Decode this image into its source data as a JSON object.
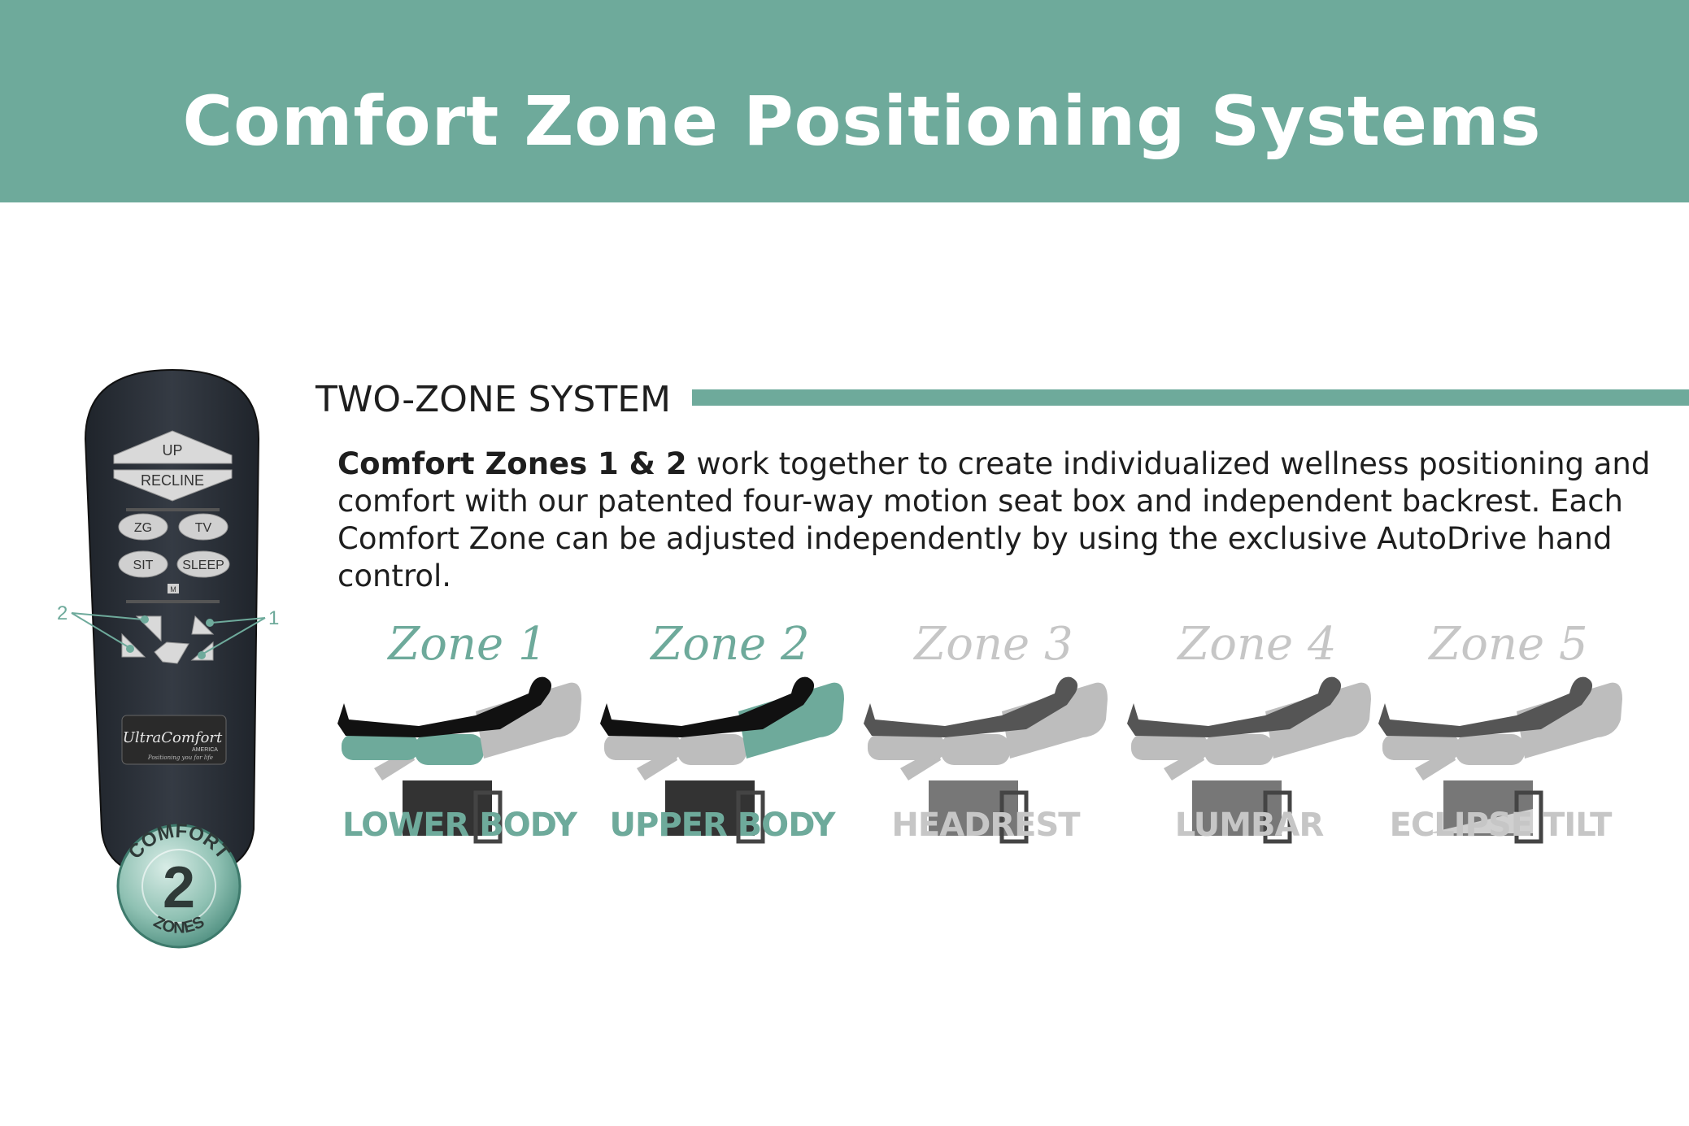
{
  "header": {
    "title": "Comfort Zone Positioning Systems"
  },
  "remote": {
    "buttons": {
      "up": "UP",
      "recline": "RECLINE",
      "zg": "ZG",
      "tv": "TV",
      "sit": "SIT",
      "sleep": "SLEEP",
      "m": "M"
    },
    "callouts": {
      "left": "2",
      "right": "1"
    },
    "brand": "UltraComfort",
    "brand_sub": "AMERICA",
    "brand_tagline": "Positioning you for life",
    "badge": {
      "top": "COMFORT",
      "number": "2",
      "bottom": "ZONES"
    }
  },
  "section": {
    "title": "TWO-ZONE SYSTEM",
    "desc_bold": "Comfort Zones 1 & 2",
    "desc_rest": " work together to create individualized wellness positioning and comfort with our patented four-way motion seat box and independent backrest. Each Comfort Zone can be adjusted independently by using the exclusive AutoDrive hand control."
  },
  "zones": [
    {
      "script": "Zone 1",
      "label": "LOWER BODY",
      "active": true
    },
    {
      "script": "Zone 2",
      "label": "UPPER BODY",
      "active": true
    },
    {
      "script": "Zone 3",
      "label": "HEADREST",
      "active": false
    },
    {
      "script": "Zone 4",
      "label": "LUMBAR",
      "active": false
    },
    {
      "script": "Zone 5",
      "label": "ECLIPSE TILT",
      "active": false
    }
  ],
  "colors": {
    "accent": "#6eaa9b",
    "inactive": "#c6c6c6",
    "text": "#1e1e1e",
    "remote": "#2b3038"
  }
}
